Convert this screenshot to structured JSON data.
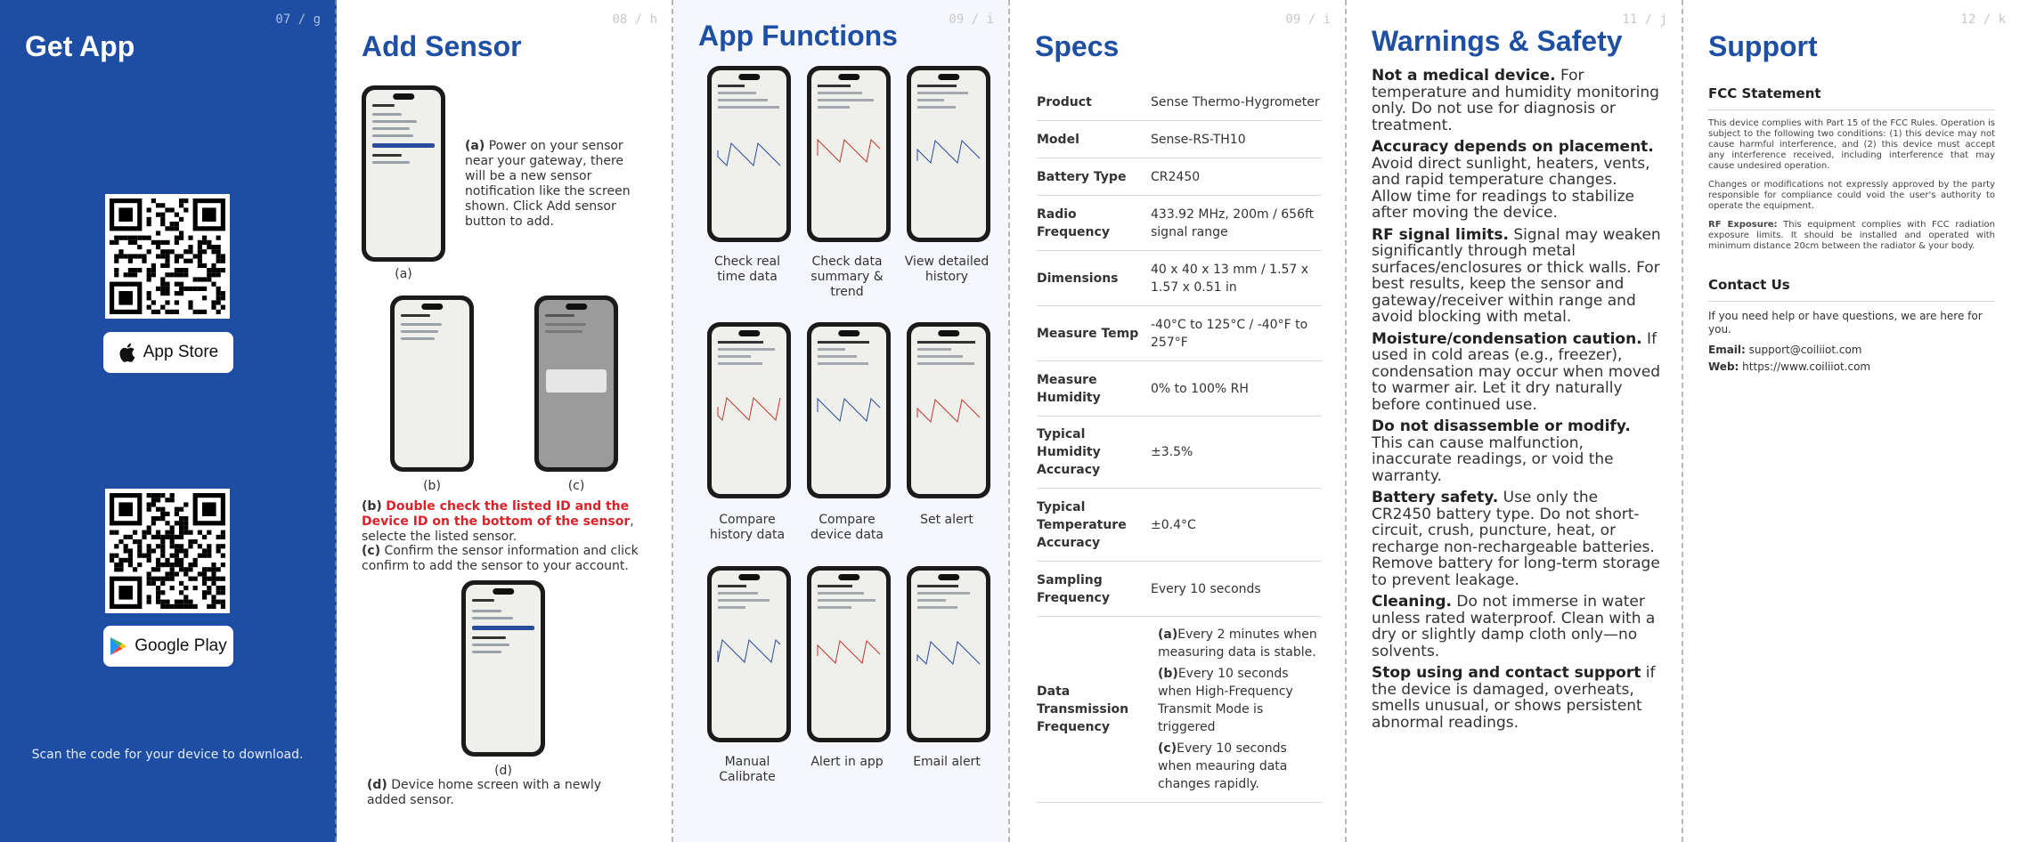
{
  "panel1": {
    "title": "Get App",
    "page_number": "07 / g",
    "app_store": "App Store",
    "google_play": "Google Play",
    "scan_text": "Scan the code for your device to download."
  },
  "panel2": {
    "title": "Add Sensor",
    "page_number": "08 / h",
    "cap_a": "(a)",
    "cap_b": "(b)",
    "cap_c": "(c)",
    "cap_d": "(d)",
    "step_a_label": "(a)",
    "step_a_text": " Power on your sensor near your gateway, there will be a new sensor notification like the screen shown. Click Add sensor button to add.",
    "step_b_label": "(b)",
    "step_b_red": "Double check the listed ID and the Device ID on the bottom of the sensor",
    "step_b_text": ", selecte the listed sensor.",
    "step_c_label": "(c)",
    "step_c_text": " Confirm the sensor information and click confirm to add the sensor to your account.",
    "step_d_label": "(d)",
    "step_d_text": " Device home screen with a newly added sensor."
  },
  "panel3": {
    "title": "App Functions",
    "page_number": "09 / i",
    "functions": [
      "Check real time data",
      "Check data summary & trend",
      "View detailed history",
      "Compare history data",
      "Compare device data",
      "Set alert",
      "Manual Calibrate",
      "Alert in app",
      "Email alert"
    ]
  },
  "panel4": {
    "title": "Specs",
    "page_number": "09 / i",
    "rows": [
      {
        "key": "Product",
        "value": "Sense Thermo-Hygrometer"
      },
      {
        "key": "Model",
        "value": "Sense-RS-TH10"
      },
      {
        "key": "Battery Type",
        "value": "CR2450"
      },
      {
        "key": "Radio Frequency",
        "value": "433.92 MHz, 200m / 656ft signal range"
      },
      {
        "key": "Dimensions",
        "value": "40 x 40 x 13 mm / 1.57 x 1.57 x 0.51 in"
      },
      {
        "key": "Measure Temp",
        "value": "-40°C to 125°C / -40°F to 257°F"
      },
      {
        "key": "Measure Humidity",
        "value": "0% to 100% RH"
      },
      {
        "key": "Typical Humidity Accuracy",
        "value": "±3.5%"
      },
      {
        "key": "Typical Temperature Accuracy",
        "value": "±0.4°C"
      },
      {
        "key": "Sampling Frequency",
        "value": "Every 10 seconds"
      }
    ],
    "transmission_key": "Data Transmission Frequency",
    "transmission_items": [
      {
        "label": "(a)",
        "text": "Every 2 minutes when measuring data is stable."
      },
      {
        "label": "(b)",
        "text": "Every 10 seconds when High-Frequency Transmit Mode is triggered"
      },
      {
        "label": "(c)",
        "text": "Every 10 seconds when meauring data changes rapidly."
      }
    ]
  },
  "panel5": {
    "title": "Warnings & Safety",
    "page_number": "11 / j",
    "items": [
      {
        "head": "Not a medical device.",
        "text": " For temperature and humidity monitoring only. Do not use for diagnosis or treatment."
      },
      {
        "head": "Accuracy depends on placement.",
        "text": " Avoid direct sunlight, heaters, vents, and rapid temperature changes. Allow time for readings to stabilize after moving the device."
      },
      {
        "head": "RF signal limits.",
        "text": " Signal may weaken significantly through metal surfaces/enclosures or thick walls. For best results, keep the sensor and gateway/receiver within range and avoid blocking with metal."
      },
      {
        "head": "Moisture/condensation caution.",
        "text": " If used in cold areas (e.g., freezer), condensation may occur when moved to warmer air. Let it dry naturally before continued use."
      },
      {
        "head": "Do not disassemble or modify.",
        "text": " This can cause malfunction, inaccurate readings, or void the warranty."
      },
      {
        "head": "Battery safety.",
        "text": " Use only the CR2450 battery type. Do not short-circuit, crush, puncture, heat, or recharge non-rechargeable batteries. Remove battery for long-term storage to prevent leakage."
      },
      {
        "head": "Cleaning.",
        "text": " Do not immerse in water unless rated waterproof. Clean with a dry or slightly damp cloth only—no solvents."
      },
      {
        "head": "Stop using and contact support",
        "text": " if the device is damaged, overheats, smells unusual, or shows persistent abnormal readings."
      }
    ]
  },
  "panel6": {
    "title": "Support",
    "page_number": "12 / k",
    "fcc_heading": "FCC Statement",
    "fcc_p1": "This device complies with Part 15 of the FCC Rules. Operation is subject to the following two conditions: (1) this device may not cause harmful interference, and (2) this device must accept any interference received, including interference that may cause undesired operation.",
    "fcc_p2": "Changes or modifications not expressly approved by the party responsible for compliance could void the user's authority to operate the equipment.",
    "rf_label": "RF Exposure:",
    "rf_text": " This equipment complies with FCC radiation exposure limits. It should be installed and operated with minimum distance 20cm between the radiator & your body.",
    "contact_heading": "Contact Us",
    "contact_text": "If you need help or have questions, we are here for you.",
    "email_label": "Email:",
    "email": "support@coiliiot.com",
    "web_label": "Web:",
    "web": "https://www.coiliiot.com"
  },
  "colors": {
    "brand_blue": "#1d4ea3",
    "title_blue": "#1f4fa3",
    "warning_red": "#d8232a"
  },
  "icons": [
    "apple-icon",
    "google-play-icon",
    "qr-code"
  ]
}
